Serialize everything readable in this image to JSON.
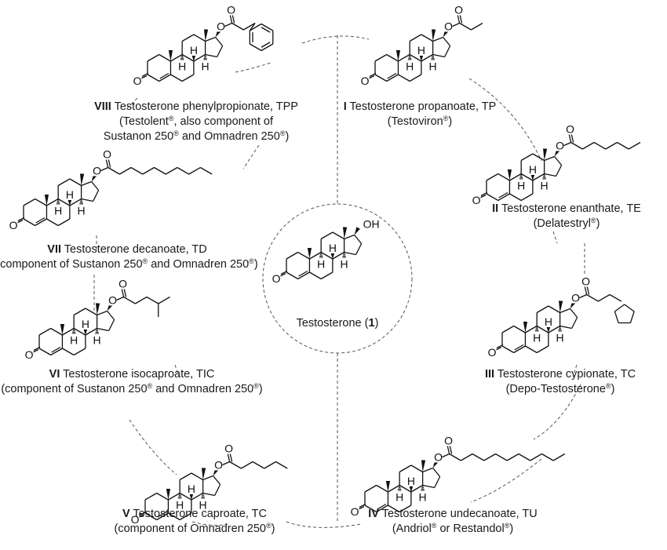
{
  "title": "Testosterone and its esters",
  "center": {
    "name": "Testosterone",
    "number": "1",
    "substituent": "OH"
  },
  "compounds": [
    {
      "id": "VIII",
      "name": "Testosterone phenylpropionate",
      "abbr": "TPP",
      "brand_lines": [
        "(Testolent®, also component of",
        "Sustanon 250® and Omnadren 250®)"
      ],
      "ester": "phenylpropionate"
    },
    {
      "id": "I",
      "name": "Testosterone propanoate",
      "abbr": "TP",
      "brand_lines": [
        "(Testoviron®)"
      ],
      "ester": "propanoate"
    },
    {
      "id": "VII",
      "name": "Testosterone decanoate",
      "abbr": "TD",
      "brand_lines": [
        "(component of Sustanon 250® and Omnadren 250®)"
      ],
      "ester": "decanoate"
    },
    {
      "id": "II",
      "name": "Testosterone enanthate",
      "abbr": "TE",
      "brand_lines": [
        "(Delatestryl®)"
      ],
      "ester": "enanthate"
    },
    {
      "id": "VI",
      "name": "Testosterone isocaproate",
      "abbr": "TIC",
      "brand_lines": [
        "(component of Sustanon 250® and Omnadren 250®)"
      ],
      "ester": "isocaproate"
    },
    {
      "id": "III",
      "name": "Testosterone cypionate",
      "abbr": "TC",
      "brand_lines": [
        "(Depo-Testosterone®)"
      ],
      "ester": "cypionate"
    },
    {
      "id": "V",
      "name": "Testosterone caproate",
      "abbr": "TC",
      "brand_lines": [
        "(component of Omnadren 250®)"
      ],
      "ester": "caproate"
    },
    {
      "id": "IV",
      "name": "Testosterone undecanoate",
      "abbr": "TU",
      "brand_lines": [
        "(Andriol® or Restandol®)"
      ],
      "ester": "undecanoate"
    }
  ],
  "atom_labels": {
    "oxygen": "O",
    "hydrogen": "H"
  }
}
